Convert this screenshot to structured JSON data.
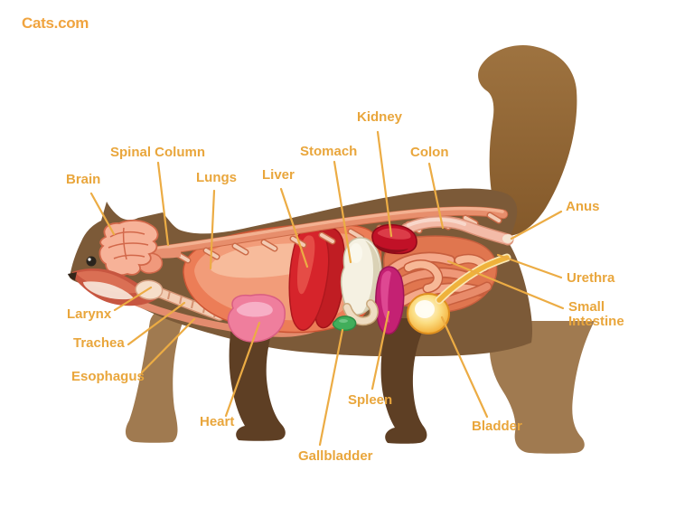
{
  "logo": {
    "text": "Cats.com"
  },
  "colors": {
    "label_orange": "#E9A63C",
    "logo_orange": "#F0A43F",
    "body_brown": "#7C5A38",
    "near_leg_brown": "#5E3F24",
    "far_leg_brown": "#A07A50",
    "tail_brown": "#9A6B33",
    "background": "#FFFFFF"
  },
  "diagram": {
    "subject": "Cat internal organ anatomy",
    "labels": [
      {
        "id": "spinal-column",
        "text": "Spinal Column"
      },
      {
        "id": "brain",
        "text": "Brain"
      },
      {
        "id": "lungs",
        "text": "Lungs"
      },
      {
        "id": "liver",
        "text": "Liver"
      },
      {
        "id": "stomach",
        "text": "Stomach"
      },
      {
        "id": "kidney",
        "text": "Kidney"
      },
      {
        "id": "colon",
        "text": "Colon"
      },
      {
        "id": "anus",
        "text": "Anus"
      },
      {
        "id": "urethra",
        "text": "Urethra"
      },
      {
        "id": "small-intestine",
        "text": "Small Intestine"
      },
      {
        "id": "larynx",
        "text": "Larynx"
      },
      {
        "id": "trachea",
        "text": "Trachea"
      },
      {
        "id": "esophagus",
        "text": "Esophagus"
      },
      {
        "id": "heart",
        "text": "Heart"
      },
      {
        "id": "gallbladder",
        "text": "Gallbladder"
      },
      {
        "id": "spleen",
        "text": "Spleen"
      },
      {
        "id": "bladder",
        "text": "Bladder"
      }
    ]
  }
}
